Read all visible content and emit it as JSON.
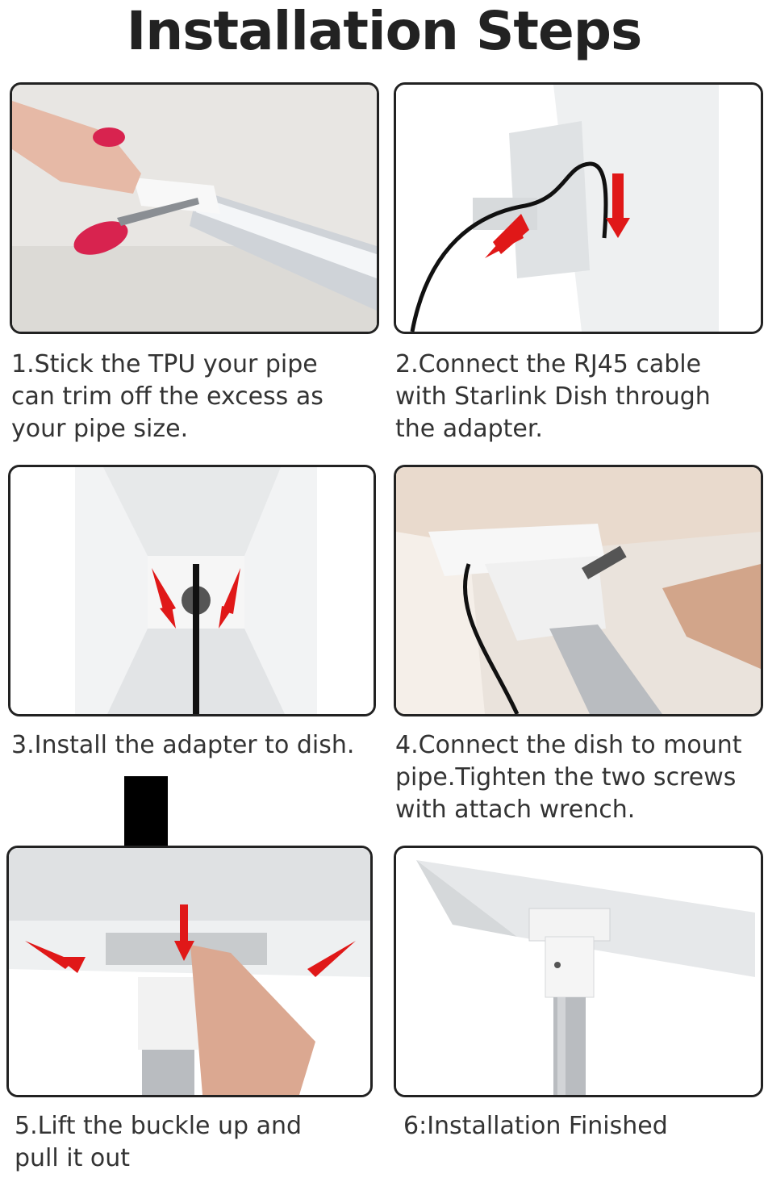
{
  "title": "Installation Steps",
  "steps": [
    {
      "caption": "1.Stick the TPU your pipe\ncan trim off the excess as\nyour pipe size."
    },
    {
      "caption": "2.Connect the RJ45 cable\nwith Starlink Dish through\nthe adapter."
    },
    {
      "caption": "3.Install the adapter to dish."
    },
    {
      "caption": "4.Connect the dish to mount\npipe.Tighten the two screws\nwith attach wrench."
    },
    {
      "caption": "5.Lift the buckle up and\npull it out"
    },
    {
      "caption": "6:Installation Finished"
    }
  ],
  "colors": {
    "arrow": "#e01818",
    "border": "#222222",
    "pipe": "#b9bcc0",
    "dish": "#f0f0f0"
  }
}
